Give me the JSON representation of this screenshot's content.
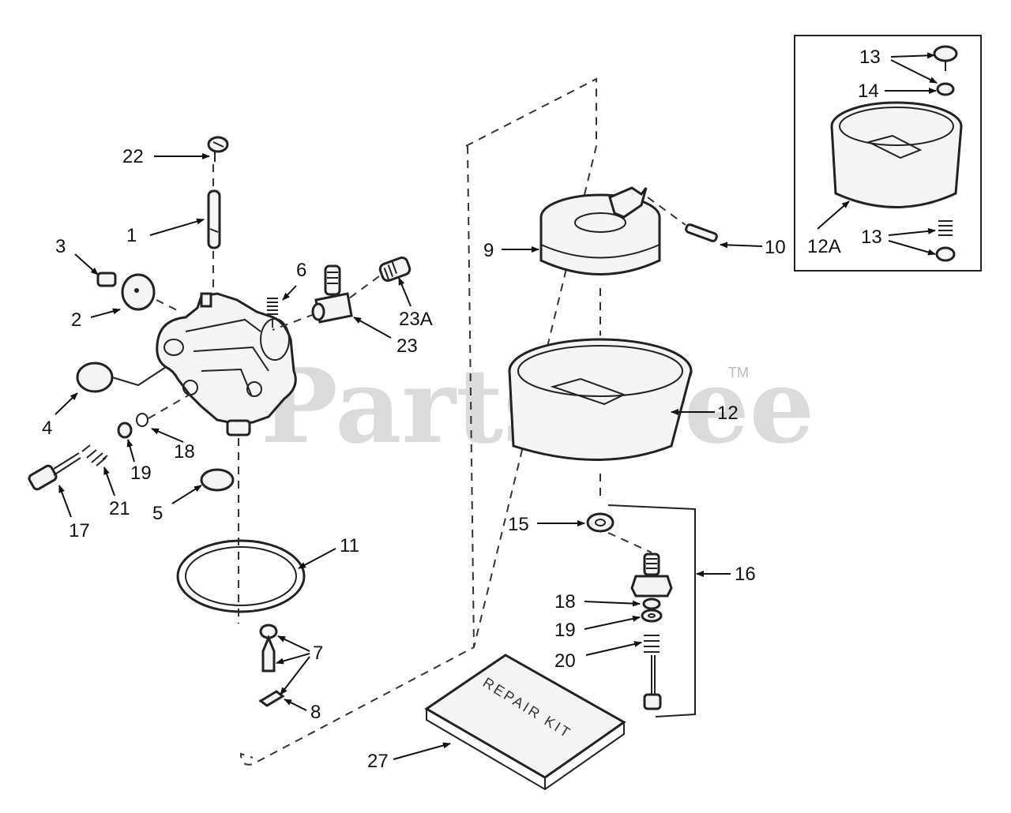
{
  "watermark": {
    "text": "PartsTree",
    "trademark": "TM"
  },
  "repair_kit": {
    "text": "REPAIR KIT"
  },
  "callouts": [
    {
      "id": "22",
      "label": "22"
    },
    {
      "id": "1",
      "label": "1"
    },
    {
      "id": "3",
      "label": "3"
    },
    {
      "id": "2",
      "label": "2"
    },
    {
      "id": "6",
      "label": "6"
    },
    {
      "id": "23A",
      "label": "23A"
    },
    {
      "id": "23",
      "label": "23"
    },
    {
      "id": "4",
      "label": "4"
    },
    {
      "id": "18a",
      "label": "18"
    },
    {
      "id": "19a",
      "label": "19"
    },
    {
      "id": "21",
      "label": "21"
    },
    {
      "id": "17",
      "label": "17"
    },
    {
      "id": "5",
      "label": "5"
    },
    {
      "id": "11",
      "label": "11"
    },
    {
      "id": "7",
      "label": "7"
    },
    {
      "id": "8",
      "label": "8"
    },
    {
      "id": "27",
      "label": "27"
    },
    {
      "id": "9",
      "label": "9"
    },
    {
      "id": "10",
      "label": "10"
    },
    {
      "id": "12",
      "label": "12"
    },
    {
      "id": "15",
      "label": "15"
    },
    {
      "id": "16",
      "label": "16"
    },
    {
      "id": "18b",
      "label": "18"
    },
    {
      "id": "19b",
      "label": "19"
    },
    {
      "id": "20",
      "label": "20"
    },
    {
      "id": "13a",
      "label": "13"
    },
    {
      "id": "14",
      "label": "14"
    },
    {
      "id": "12A",
      "label": "12A"
    },
    {
      "id": "13b",
      "label": "13"
    }
  ]
}
